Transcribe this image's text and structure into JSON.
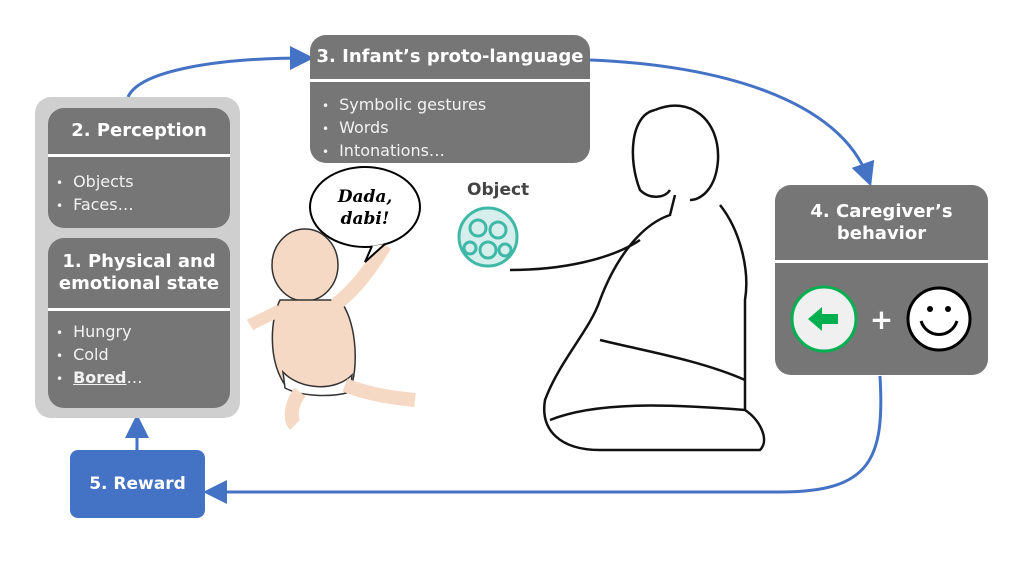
{
  "perception": {
    "title": "2. Perception",
    "items": [
      "Objects",
      "Faces…"
    ]
  },
  "state": {
    "title": "1. Physical and emotional state",
    "items": [
      "Hungry",
      "Cold"
    ],
    "bold_item": "Bored",
    "bold_suffix": "…"
  },
  "protolanguage": {
    "title": "3. Infant’s proto-language",
    "items": [
      "Symbolic gestures",
      "Words",
      "Intonations…"
    ]
  },
  "caregiver": {
    "title": "4. Caregiver’s behavior",
    "plus": "+"
  },
  "reward": {
    "title": "5. Reward"
  },
  "speech": {
    "line1": "Dada,",
    "line2": "dabi!"
  },
  "object_label": "Object",
  "colors": {
    "box": "#767676",
    "outer": "#d0cfcf",
    "arrow": "#4472c4",
    "reward": "#4472c4",
    "green": "#00b050"
  }
}
